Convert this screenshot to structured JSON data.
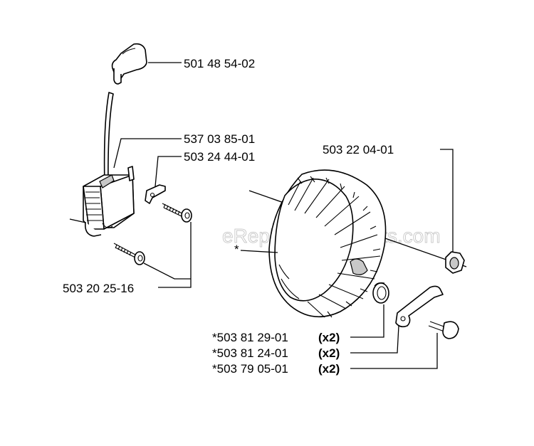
{
  "watermark": "eReplacementParts.com",
  "callouts": {
    "spark_plug_cap": "501 48 54-02",
    "ignition_module": "537 03 85-01",
    "bracket": "503 24 44-01",
    "screws": "503 20 25-16",
    "flywheel_nut": "503 22 04-01",
    "flywheel_asterisk": "*",
    "spring": "*503 81 29-01",
    "pawl": "*503 81 24-01",
    "pin": "*503 79 05-01",
    "qty": "(x2)"
  }
}
